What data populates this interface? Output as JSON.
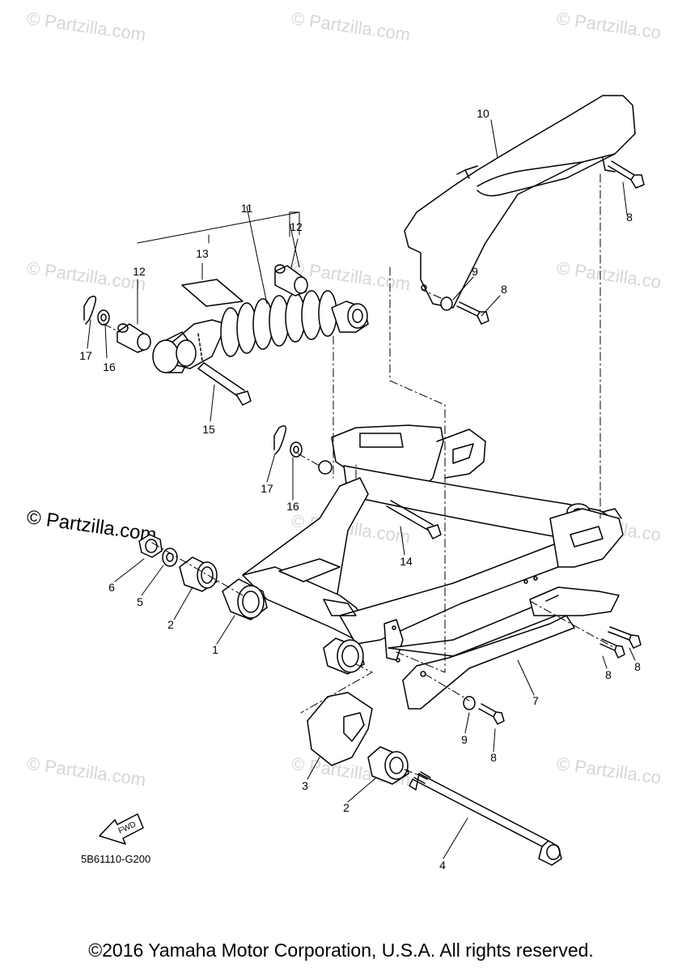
{
  "watermarks": {
    "text": "© Partzilla.com",
    "text_cut": "© Partzilla.co"
  },
  "labels": {
    "l1": "1",
    "l2a": "2",
    "l2b": "2",
    "l3": "3",
    "l4": "4",
    "l5": "5",
    "l6": "6",
    "l7": "7",
    "l8a": "8",
    "l8b": "8",
    "l8c": "8",
    "l8d": "8",
    "l8e": "8",
    "l9a": "9",
    "l9b": "9",
    "l10": "10",
    "l11": "11",
    "l12a": "12",
    "l12b": "12",
    "l13": "13",
    "l14": "14",
    "l15": "15",
    "l16a": "16",
    "l16b": "16",
    "l17a": "17",
    "l17b": "17"
  },
  "fwd_label": "FWD",
  "diagram_code": "5B61110-G200",
  "copyright": "©2016 Yamaha Motor Corporation, U.S.A. All rights reserved.",
  "colors": {
    "line": "#000000",
    "watermark": "#d6d6d6"
  }
}
